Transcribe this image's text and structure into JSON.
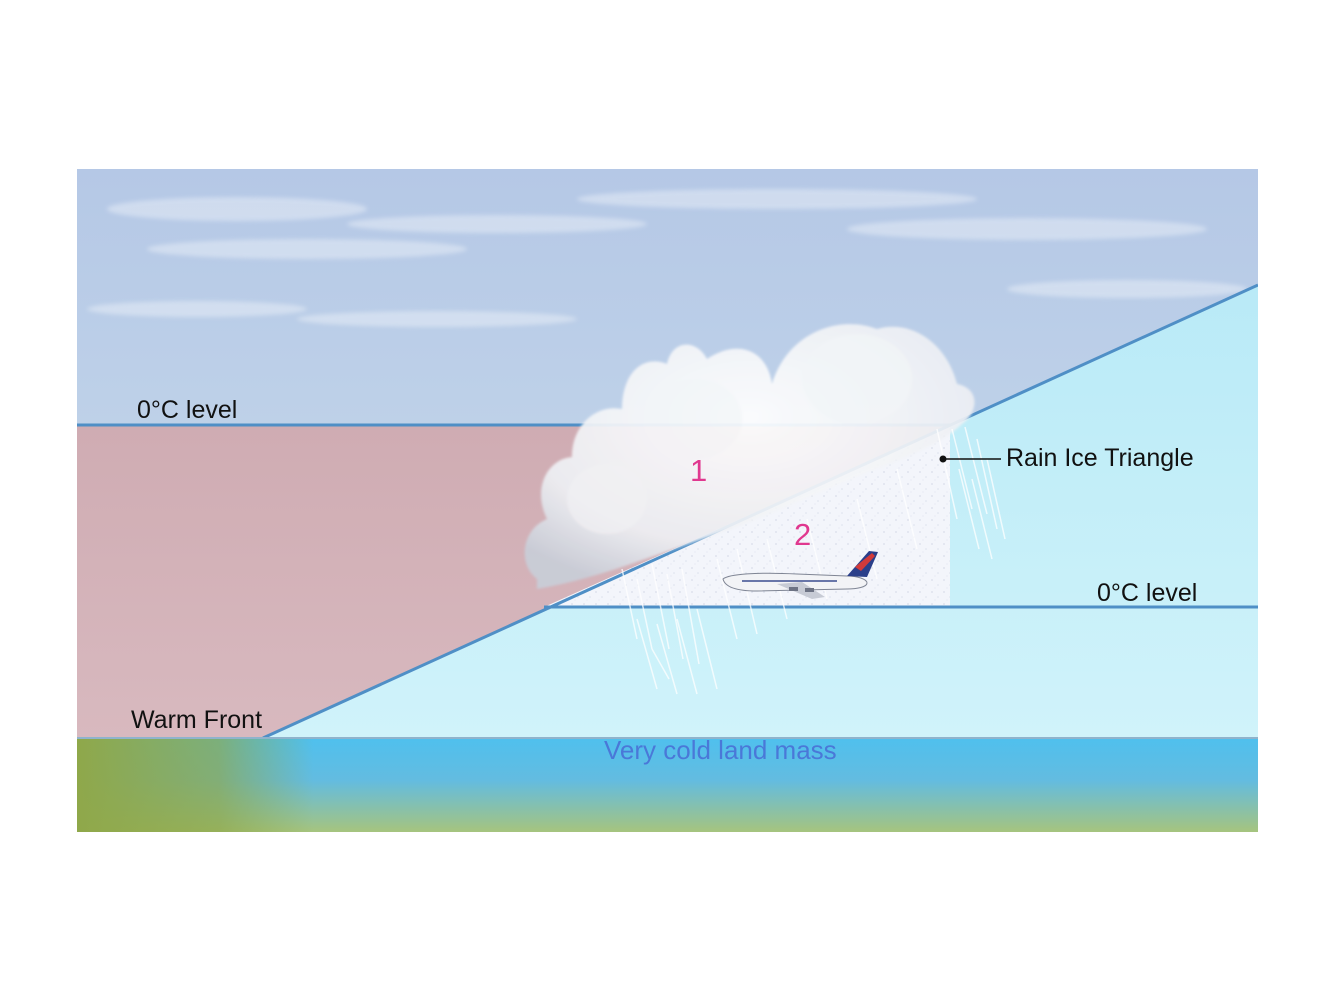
{
  "labels": {
    "upper_freezing_level": "0°C level",
    "lower_freezing_level": "0°C level",
    "rain_ice_triangle": "Rain Ice Triangle",
    "warm_front": "Warm Front",
    "land": "Very cold land mass",
    "region_1": "1",
    "region_2": "2"
  },
  "colors": {
    "warm_air": "#d3aab2",
    "cold_air": "#c6f0f9",
    "front_line": "#4f8fc6",
    "region_number": "#e0388f",
    "land_label": "#4a78d8"
  },
  "icons": [
    "cloud-icon",
    "rain-icon",
    "airplane-icon"
  ]
}
